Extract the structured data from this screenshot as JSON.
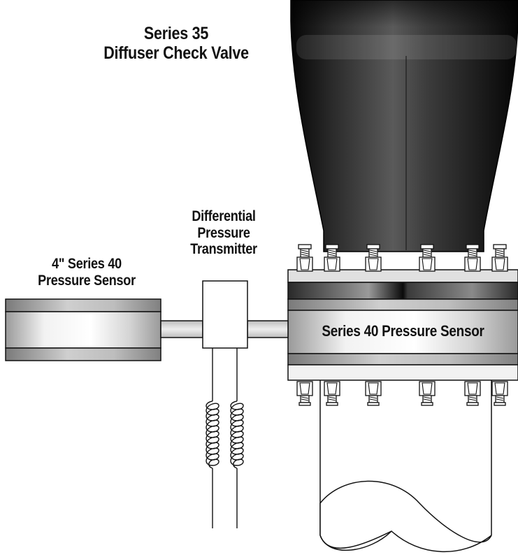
{
  "title": {
    "line1": "Series 35",
    "line2": "Diffuser Check Valve"
  },
  "labels": {
    "sensor_left_line1": "4\" Series 40",
    "sensor_left_line2": "Pressure Sensor",
    "transmitter_line1": "Differential",
    "transmitter_line2": "Pressure",
    "transmitter_line3": "Transmitter",
    "sensor_right": "Series 40 Pressure Sensor"
  },
  "colors": {
    "valve_dark": "#0d0d0d",
    "valve_mid": "#4a4a4a",
    "sensor_light": "#e6e6e6",
    "sensor_mid": "#b3b3b3",
    "line": "#1a1a1a"
  }
}
